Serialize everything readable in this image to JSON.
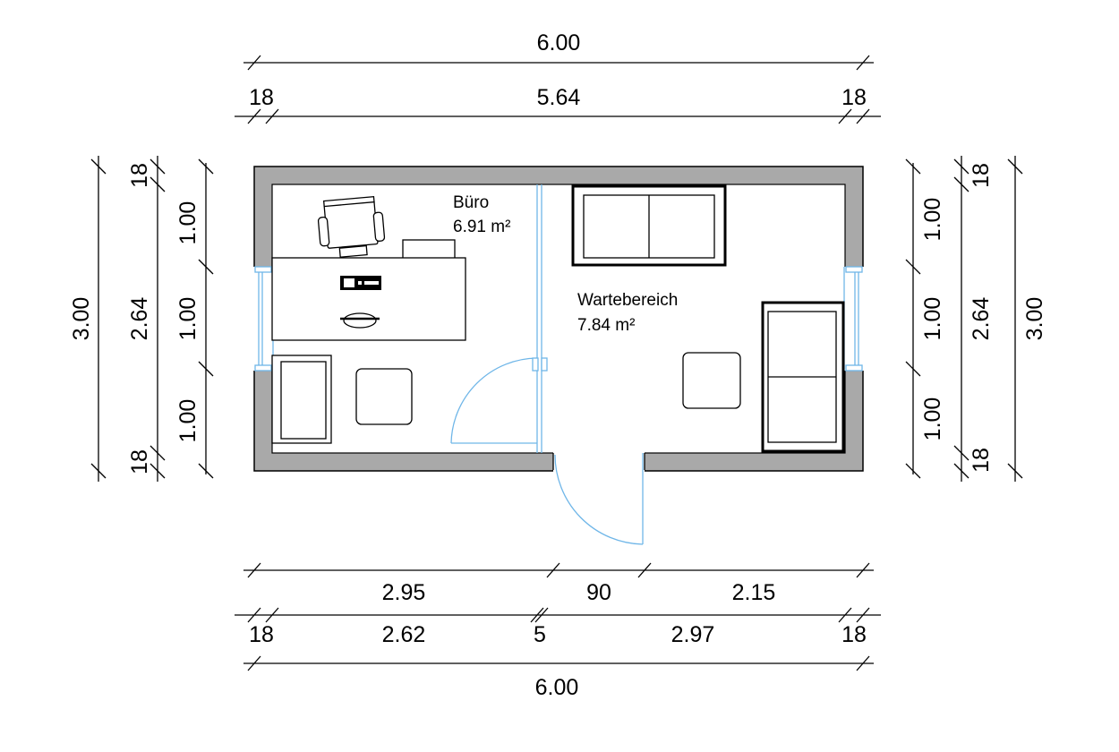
{
  "rooms": [
    {
      "name": "Büro",
      "area": "6.91 m²"
    },
    {
      "name": "Wartebereich",
      "area": "7.84 m²"
    }
  ],
  "dimensions": {
    "top_overall": "6.00",
    "top_inner": "5.64",
    "top_wall_left": "18",
    "top_wall_right": "18",
    "left_overall": "3.00",
    "left_inner": "2.64",
    "left_seg_top": "1.00",
    "left_seg_mid": "1.00",
    "left_seg_bottom": "1.00",
    "left_wall_top": "18",
    "left_wall_bottom": "18",
    "right_overall": "3.00",
    "right_inner": "2.64",
    "right_seg_top": "1.00",
    "right_seg_mid": "1.00",
    "right_seg_bottom": "1.00",
    "right_wall_top": "18",
    "right_wall_bottom": "18",
    "bottom_row1_left": "2.95",
    "bottom_row1_door": "90",
    "bottom_row1_right": "2.15",
    "bottom_row2_wall_left": "18",
    "bottom_row2_left": "2.62",
    "bottom_row2_partition": "5",
    "bottom_row2_right": "2.97",
    "bottom_row2_wall_right": "18",
    "bottom_overall": "6.00"
  }
}
